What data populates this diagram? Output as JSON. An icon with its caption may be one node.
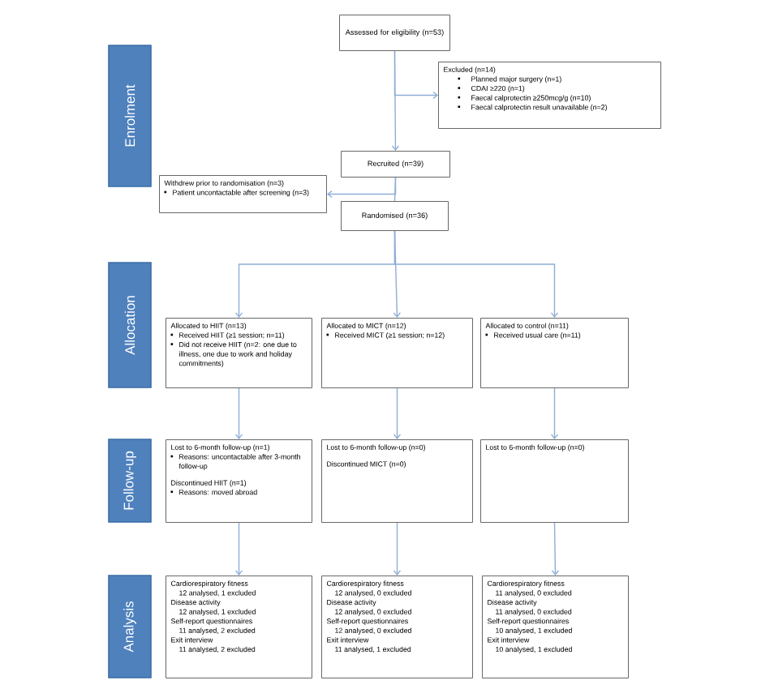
{
  "diagram": {
    "nodes": [
      {
        "text": [
          "Enrolment"
        ]
      },
      {
        "text": [
          "Assessed for eligibility (n=53)"
        ]
      },
      {
        "text": [
          "Excluded (n=14)",
          "Planned major surgery (n=1)",
          "CDAI ≥220 (n=1)",
          "Faecal calprotectin ≥250mcg/g (n=10)",
          "Faecal calprotectin result unavailable (n=2)"
        ]
      },
      {
        "text": [
          "Recruited (n=39)"
        ]
      },
      {
        "text": [
          "Withdrew prior to randomisation (n=3)",
          "Patient uncontactable after screening (n=3)"
        ]
      },
      {
        "text": [
          "Randomised (n=36)"
        ]
      },
      {
        "text": [
          "Allocation"
        ]
      },
      {
        "text": [
          "Allocated to HIIT (n=13)",
          "Received HIIT (≥1 session; n=11)",
          "Did not receive HIIT (n=2: one due to illness, one due to work and holiday commitments)"
        ]
      },
      {
        "text": [
          "Allocated to MICT (n=12)",
          "Received MICT (≥1 session; n=12)"
        ]
      },
      {
        "text": [
          "Allocated to control (n=11)",
          "Received usual care (n=11)"
        ]
      },
      {
        "text": [
          "Follow-up"
        ]
      },
      {
        "text": [
          "Lost to 6-month follow-up (n=1)",
          "Reasons: uncontactable after 3-month follow-up",
          "Discontinued HIIT (n=1)",
          "Reasons: moved abroad"
        ]
      },
      {
        "text": [
          "Lost to 6-month follow-up (n=0)",
          "Discontinued MICT (n=0)"
        ]
      },
      {
        "text": [
          "Lost to 6-month follow-up (n=0)"
        ]
      },
      {
        "text": [
          "Analysis"
        ]
      },
      {
        "text": [
          "Cardiorespiratory fitness",
          "12 analysed, 1 excluded",
          "Disease activity",
          "12 analysed, 1 excluded",
          "Self-report questionnaires",
          "11 analysed, 2 excluded",
          "Exit interview",
          "11 analysed, 2 excluded"
        ]
      },
      {
        "text": [
          "Cardiorespiratory fitness",
          "12 analysed, 0 excluded",
          "Disease activity",
          "12 analysed, 0 excluded",
          "Self-report questionnaires",
          "12 analysed, 0 excluded",
          "Exit interview",
          "11 analysed, 1 excluded"
        ]
      },
      {
        "text": [
          "Cardiorespiratory fitness",
          "11 analysed, 0 excluded",
          "Disease activity",
          "11 analysed, 0 excluded",
          "Self-report questionnaires",
          "10 analysed, 1 excluded",
          "Exit interview",
          "10 analysed, 1 excluded"
        ]
      }
    ],
    "edges": [
      {
        "from": 1,
        "to": 3,
        "arrow": "to"
      },
      {
        "from": 1,
        "to": 2,
        "arrow": "to"
      },
      {
        "from": 3,
        "to": 5,
        "arrow": "none"
      },
      {
        "from": 3,
        "to": 4,
        "arrow": "to"
      },
      {
        "from": 5,
        "to": 7,
        "arrow": "to"
      },
      {
        "from": 5,
        "to": 8,
        "arrow": "to"
      },
      {
        "from": 5,
        "to": 9,
        "arrow": "to"
      },
      {
        "from": 7,
        "to": 11,
        "arrow": "to"
      },
      {
        "from": 8,
        "to": 12,
        "arrow": "to"
      },
      {
        "from": 9,
        "to": 13,
        "arrow": "to"
      },
      {
        "from": 11,
        "to": 15,
        "arrow": "to"
      },
      {
        "from": 12,
        "to": 16,
        "arrow": "to"
      },
      {
        "from": 13,
        "to": 17,
        "arrow": "to"
      }
    ]
  }
}
